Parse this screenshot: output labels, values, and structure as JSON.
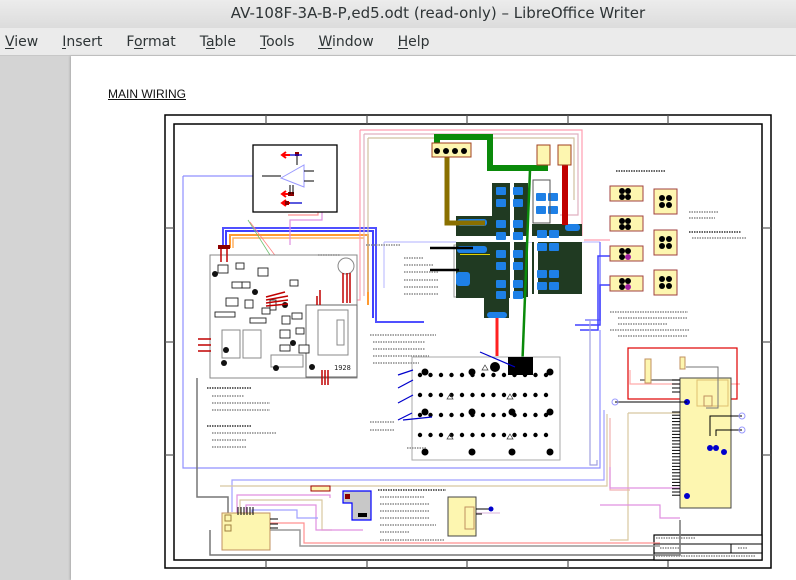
{
  "window": {
    "title": "AV-108F-3A-B-P,ed5.odt (read-only) – LibreOffice Writer"
  },
  "menu": [
    {
      "label": "View",
      "mnemonic": "V"
    },
    {
      "label": "Insert",
      "mnemonic": "I"
    },
    {
      "label": "Format",
      "mnemonic": "o"
    },
    {
      "label": "Table",
      "mnemonic": "a"
    },
    {
      "label": "Tools",
      "mnemonic": "T"
    },
    {
      "label": "Window",
      "mnemonic": "W"
    },
    {
      "label": "Help",
      "mnemonic": "H"
    }
  ],
  "document": {
    "heading": "MAIN WIRING",
    "board_label": "1928"
  },
  "colors": {
    "wire_red": "#c00000",
    "wire_green": "#0a8a0a",
    "wire_olive": "#8a7000",
    "wire_blue": "#3030ff",
    "pcb_dark": "#203a22",
    "pad_blue": "#1e80e6",
    "connector_yellow": "#fdf6b0"
  }
}
